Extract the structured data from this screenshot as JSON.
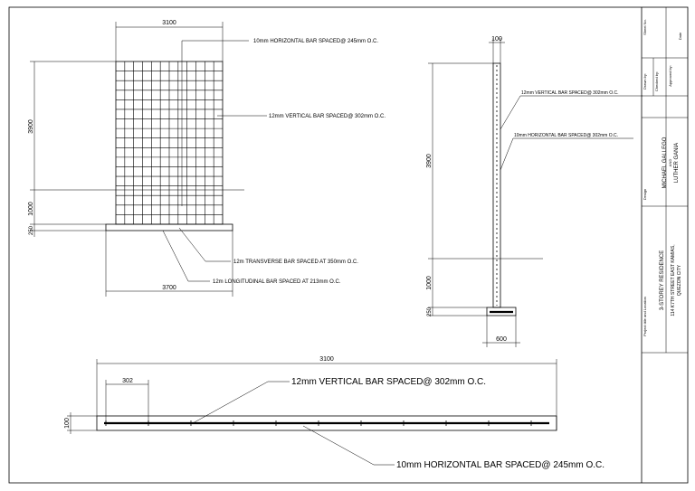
{
  "elevation": {
    "dim_width_top": "3100",
    "dim_height": "3900",
    "dim_1000": "1000",
    "dim_250": "250",
    "dim_width_bottom": "3700",
    "note_horizontal": "10mm HORIZONTAL BAR SPACED@ 245mm O.C.",
    "note_vertical": "12mm VERTICAL BAR SPACED@ 302mm O.C.",
    "note_transverse": "12m TRANSVERSE BAR SPACED AT 350mm O.C.",
    "note_longitudinal": "12m LONGITUDINAL BAR SPACED AT 213mm O.C."
  },
  "section": {
    "dim_top": "100",
    "dim_height": "3900",
    "dim_1000": "1000",
    "dim_250": "250",
    "dim_footing": "600",
    "note_vertical": "12mm VERTICAL BAR SPACED@ 302mm O.C.",
    "note_horizontal": "10mm HORIZONTAL BAR SPACED@ 302mm O.C."
  },
  "plan": {
    "dim_length": "3100",
    "dim_spacing": "302",
    "dim_thickness": "100",
    "note_vertical": "12mm VERTICAL BAR SPACED@ 302mm O.C.",
    "note_horizontal": "10mm HORIZONTAL BAR SPACED@ 245mm O.C."
  },
  "title_block": {
    "project_title": "3-STOREY RESIDENCE",
    "address_line1": "114 K7TH STREET EAST KAMIAS,",
    "address_line2": "QUEZON CITY",
    "designer_1": "MICHAEL GALLEGO",
    "designer_and": "AND",
    "designer_2": "LUTHER GANIA",
    "label_project": "Project title and Location",
    "label_design": "Design",
    "label_drawn": "Drawn by:",
    "label_checked": "Checked by:",
    "label_approved": "Approved by:",
    "label_sheet": "Sheet No.",
    "label_date": "Date"
  }
}
